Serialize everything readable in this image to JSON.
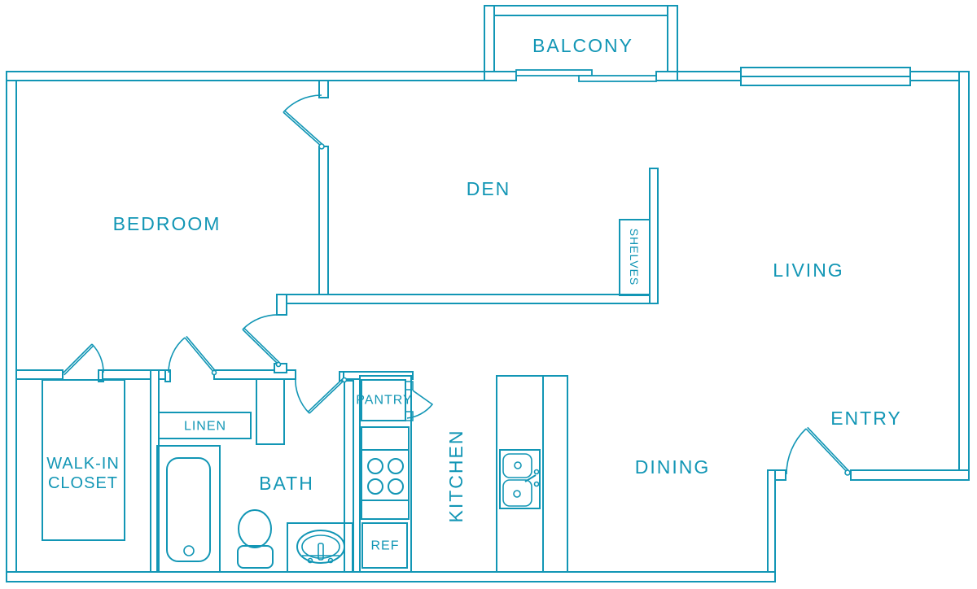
{
  "accent_color": "#1296b5",
  "background_color": "#ffffff",
  "floor_plan": {
    "rooms": {
      "balcony": "BALCONY",
      "bedroom": "BEDROOM",
      "den": "DEN",
      "living": "LIVING",
      "dining": "DINING",
      "entry": "ENTRY",
      "bath": "BATH",
      "kitchen": "KITCHEN",
      "walk_in_closet_line1": "WALK-IN",
      "walk_in_closet_line2": "CLOSET"
    },
    "features": {
      "linen": "LINEN",
      "pantry": "PANTRY",
      "shelves": "SHELVES",
      "refrigerator": "REF"
    },
    "fixture_icons": [
      "bathtub",
      "toilet",
      "vanity-sink",
      "double-basin-kitchen-sink",
      "stove-burners",
      "refrigerator-box",
      "pantry-door",
      "closet-organizer",
      "sliding-glass-door",
      "window",
      "swing-door"
    ]
  }
}
